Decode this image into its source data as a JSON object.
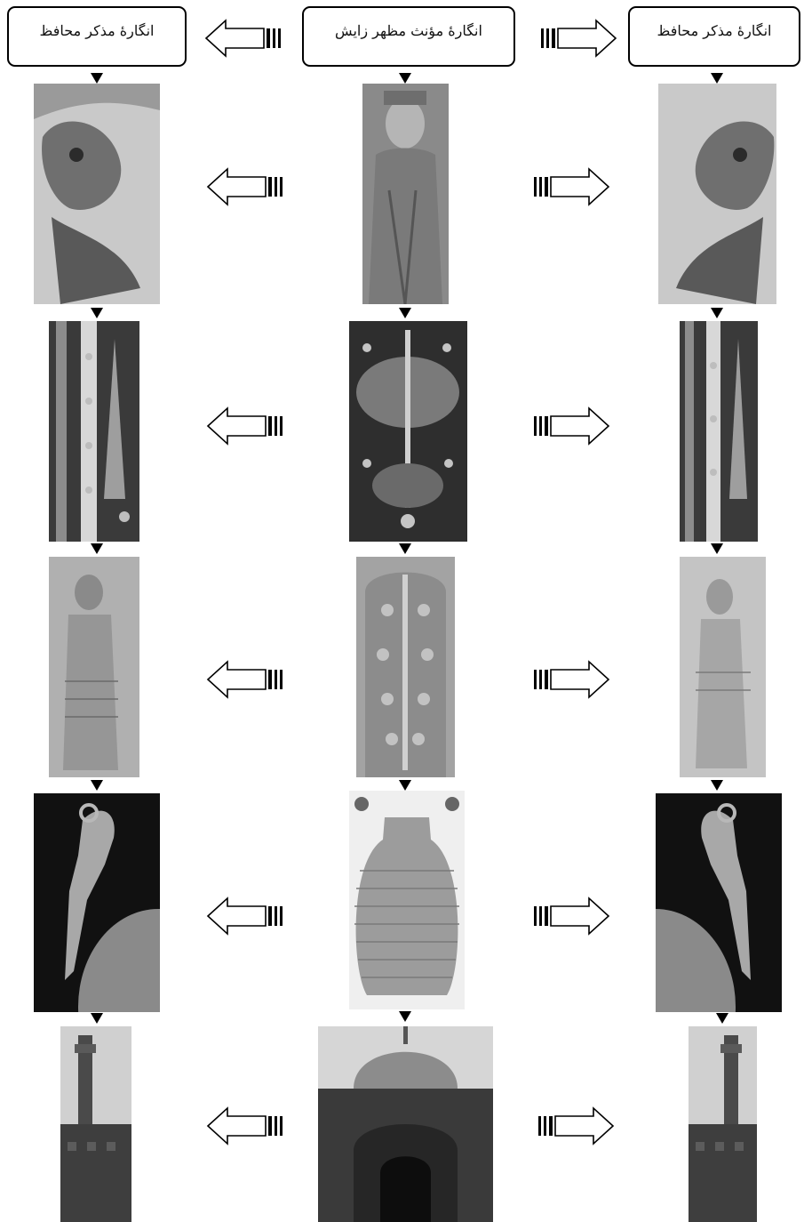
{
  "headers": {
    "left": "انگارۀ مذکر محافظ",
    "center": "انگارۀ مؤنث مظهر زایش",
    "right": "انگارۀ مذکر محافظ"
  },
  "rows": [
    {
      "center": "goddess-statue-photo",
      "side": "lion-relief-photo"
    },
    {
      "center": "tree-of-life-carpet-photo",
      "side": "cypress-carpet-border-photo"
    },
    {
      "center": "carved-tree-relief-photo",
      "side": "assyrian-figure-relief-photo"
    },
    {
      "center": "ribbed-vessel-photo",
      "side": "ibex-handle-vessel-photo"
    },
    {
      "center": "mosque-dome-photo",
      "side": "minaret-photo"
    }
  ],
  "arrow_icons": [
    "arrow-left-icon",
    "arrow-right-icon"
  ],
  "colors": {
    "ink": "#000000",
    "paper": "#ffffff"
  }
}
